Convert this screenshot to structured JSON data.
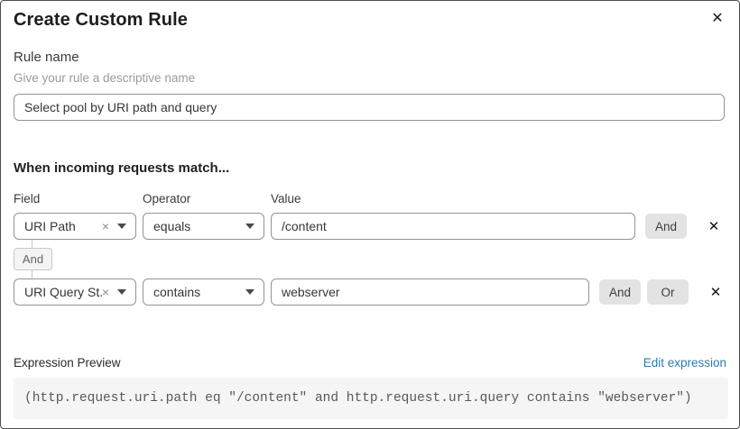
{
  "dialog": {
    "title": "Create Custom Rule"
  },
  "icons": {
    "close": "✕",
    "remove_row": "✕",
    "clear_selection": "×"
  },
  "rule_name": {
    "label": "Rule name",
    "help": "Give your rule a descriptive name",
    "value": "Select pool by URI path and query"
  },
  "match": {
    "heading": "When incoming requests match...",
    "columns": {
      "field": "Field",
      "operator": "Operator",
      "value": "Value"
    },
    "connector": "And",
    "rows": [
      {
        "field": "URI Path",
        "operator": "equals",
        "value": "/content",
        "buttons": [
          "And"
        ]
      },
      {
        "field": "URI Query St...",
        "operator": "contains",
        "value": "webserver",
        "buttons": [
          "And",
          "Or"
        ]
      }
    ]
  },
  "expression": {
    "label": "Expression Preview",
    "edit_link": "Edit expression",
    "code": "(http.request.uri.path eq \"/content\" and http.request.uri.query contains \"webserver\")"
  },
  "colors": {
    "link": "#2c7cb0",
    "button_bg": "#e3e3e3",
    "input_border": "#949494",
    "code_bg": "#f5f5f6"
  }
}
